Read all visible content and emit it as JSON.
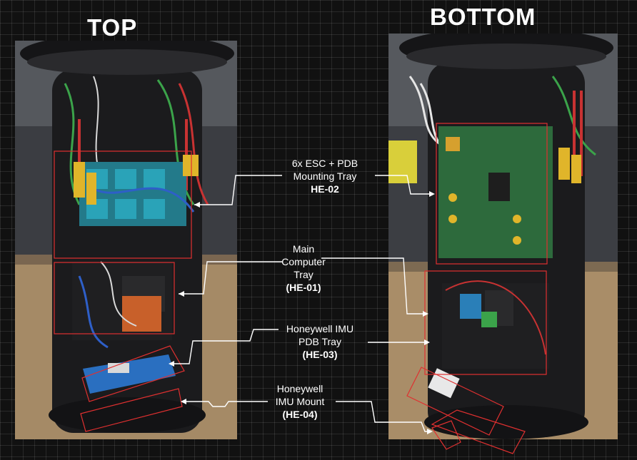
{
  "headers": {
    "top": "TOP",
    "bottom": "BOTTOM"
  },
  "callouts": {
    "esc_pdb": {
      "line1": "6x ESC + PDB",
      "line2": "Mounting Tray",
      "code": "HE-02"
    },
    "main_computer": {
      "line1": "Main",
      "line2": "Computer",
      "line3": "Tray",
      "code": "(HE-01)"
    },
    "imu_pdb": {
      "line1": "Honeywell IMU",
      "line2": "PDB Tray",
      "code": "(HE-03)"
    },
    "imu_mount": {
      "line1": "Honeywell",
      "line2": "IMU Mount",
      "code": "(HE-04)"
    }
  },
  "colors": {
    "highlight_box": "#e03030",
    "leader_line": "#ffffff",
    "background": "#111111"
  }
}
